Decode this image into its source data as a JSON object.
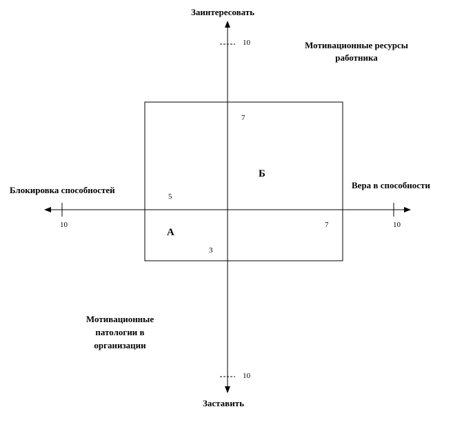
{
  "axes": {
    "top": "Заинтересовать",
    "bottom": "Заставить",
    "left": "Блокировка способностей",
    "right": "Вера в способности"
  },
  "ticks": {
    "top": "10",
    "bottom": "10",
    "left": "10",
    "right": "10"
  },
  "rect_values": {
    "top": "7",
    "left": "5",
    "bottom": "3",
    "right": "7"
  },
  "zones": {
    "a": "А",
    "b": "Б"
  },
  "notes": {
    "resources": "Мотивационные ресурсы работника",
    "pathologies": "Мотивационные патологии в организации"
  },
  "colors": {
    "line": "#000000",
    "background": "#ffffff"
  }
}
